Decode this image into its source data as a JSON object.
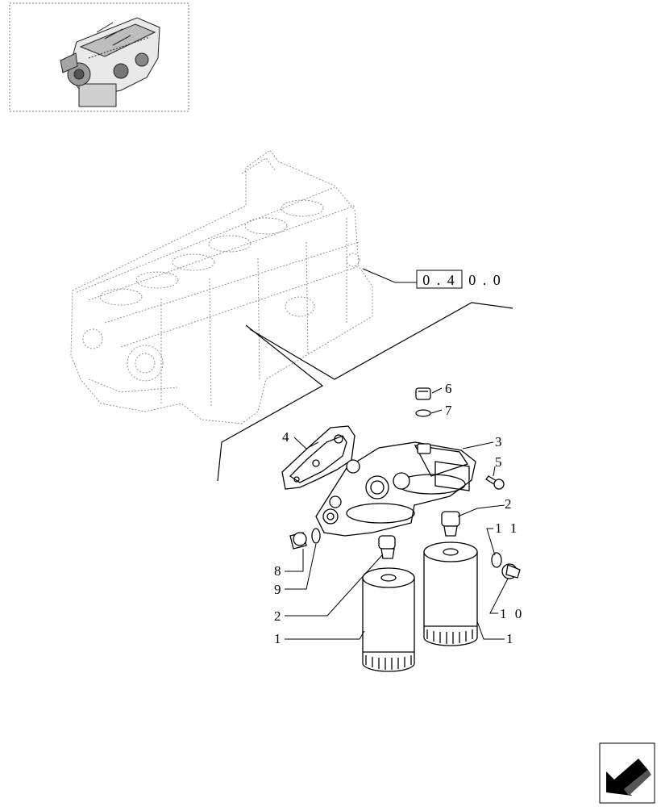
{
  "thumbnail": {
    "icon": "engine-thumbnail-icon"
  },
  "reference": {
    "boxed": "0 . 4",
    "rest": "0 . 0"
  },
  "callouts": [
    {
      "id": "c6",
      "label": "6"
    },
    {
      "id": "c7",
      "label": "7"
    },
    {
      "id": "c4",
      "label": "4"
    },
    {
      "id": "c3",
      "label": "3"
    },
    {
      "id": "c5",
      "label": "5"
    },
    {
      "id": "c2a",
      "label": "2"
    },
    {
      "id": "c11",
      "label": "1 1"
    },
    {
      "id": "c8",
      "label": "8"
    },
    {
      "id": "c9",
      "label": "9"
    },
    {
      "id": "c2b",
      "label": "2"
    },
    {
      "id": "c10",
      "label": "1 0"
    },
    {
      "id": "c1a",
      "label": "1"
    },
    {
      "id": "c1b",
      "label": "1"
    }
  ],
  "nav": {
    "icon": "previous-page-arrow-icon"
  }
}
